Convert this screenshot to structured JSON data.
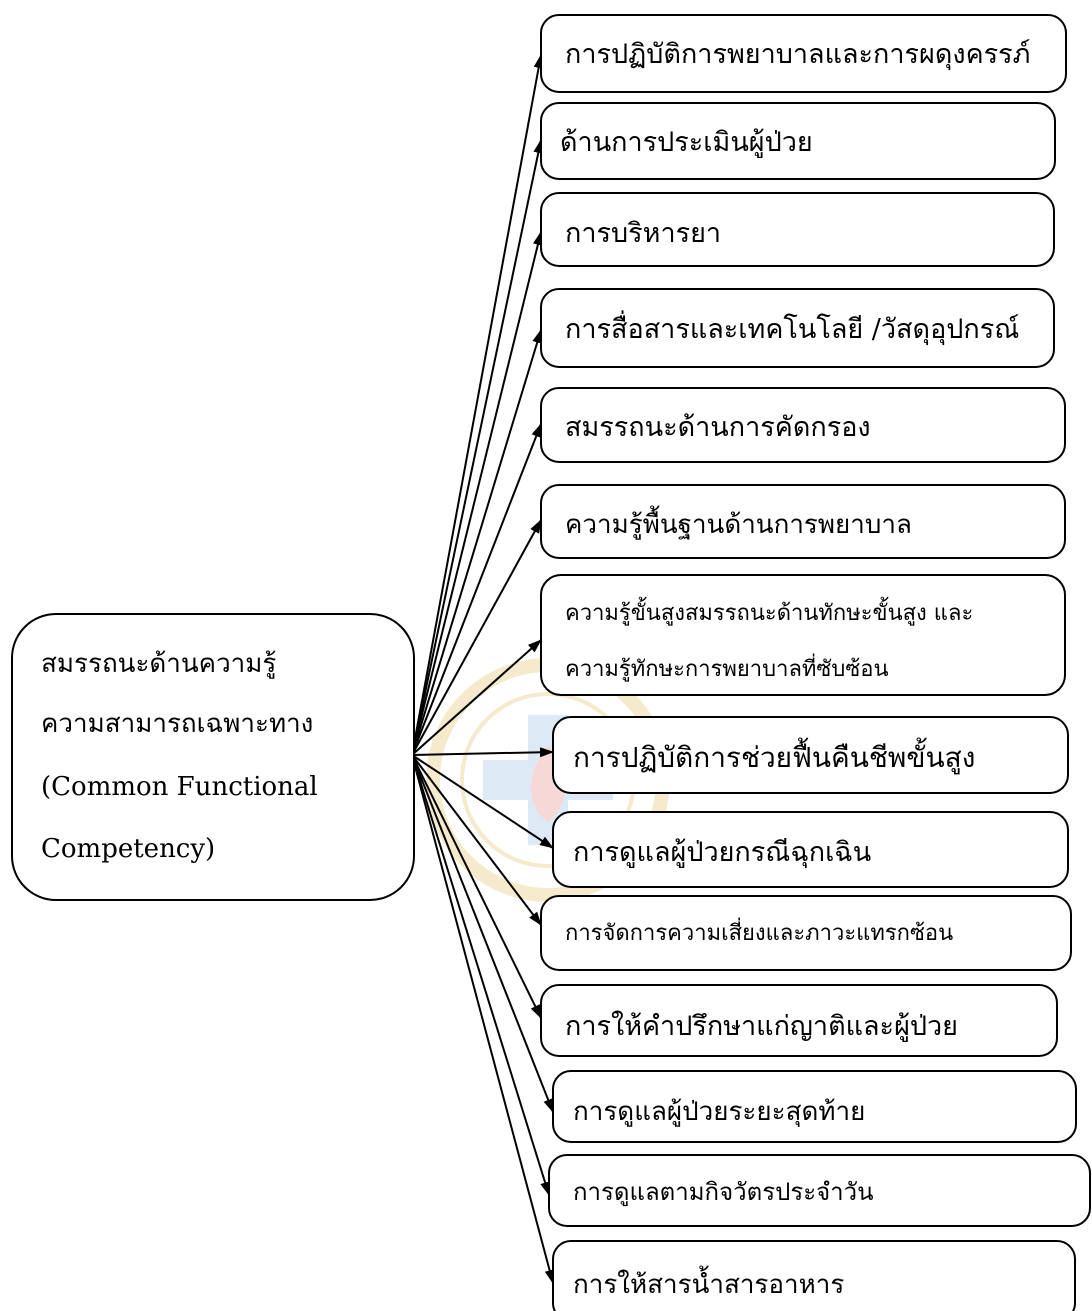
{
  "source": {
    "lines": [
      "สมรรถนะด้านความรู้",
      "ความสามารถเฉพาะทาง",
      "(Common Functional",
      "Competency)"
    ]
  },
  "targets": [
    {
      "lines": [
        "การปฏิบัติการพยาบาลและการผดุงครรภ์"
      ]
    },
    {
      "lines": [
        "ด้านการประเมินผู้ป่วย"
      ]
    },
    {
      "lines": [
        "การบริหารยา"
      ]
    },
    {
      "lines": [
        "การสื่อสารและเทคโนโลยี /วัสดุอุปกรณ์"
      ]
    },
    {
      "lines": [
        "สมรรถนะด้านการคัดกรอง"
      ]
    },
    {
      "lines": [
        "ความรู้พื้นฐานด้านการพยาบาล"
      ]
    },
    {
      "lines": [
        "ความรู้ขั้นสูงสมรรถนะด้านทักษะขั้นสูง และ",
        "ความรู้ทักษะการพยาบาลที่ซับซ้อน"
      ]
    },
    {
      "lines": [
        "การปฏิบัติการช่วยฟื้นคืนชีพขั้นสูง"
      ]
    },
    {
      "lines": [
        "การดูแลผู้ป่วยกรณีฉุกเฉิน"
      ]
    },
    {
      "lines": [
        "การจัดการความเสี่ยงและภาวะแทรกซ้อน"
      ]
    },
    {
      "lines": [
        "การให้คำปรึกษาแก่ญาติและผู้ป่วย"
      ]
    },
    {
      "lines": [
        "การดูแลผู้ป่วยระยะสุดท้าย"
      ]
    },
    {
      "lines": [
        "การดูแลตามกิจวัตรประจำวัน"
      ]
    },
    {
      "lines": [
        "การให้สารน้ำสารอาหาร"
      ]
    }
  ]
}
